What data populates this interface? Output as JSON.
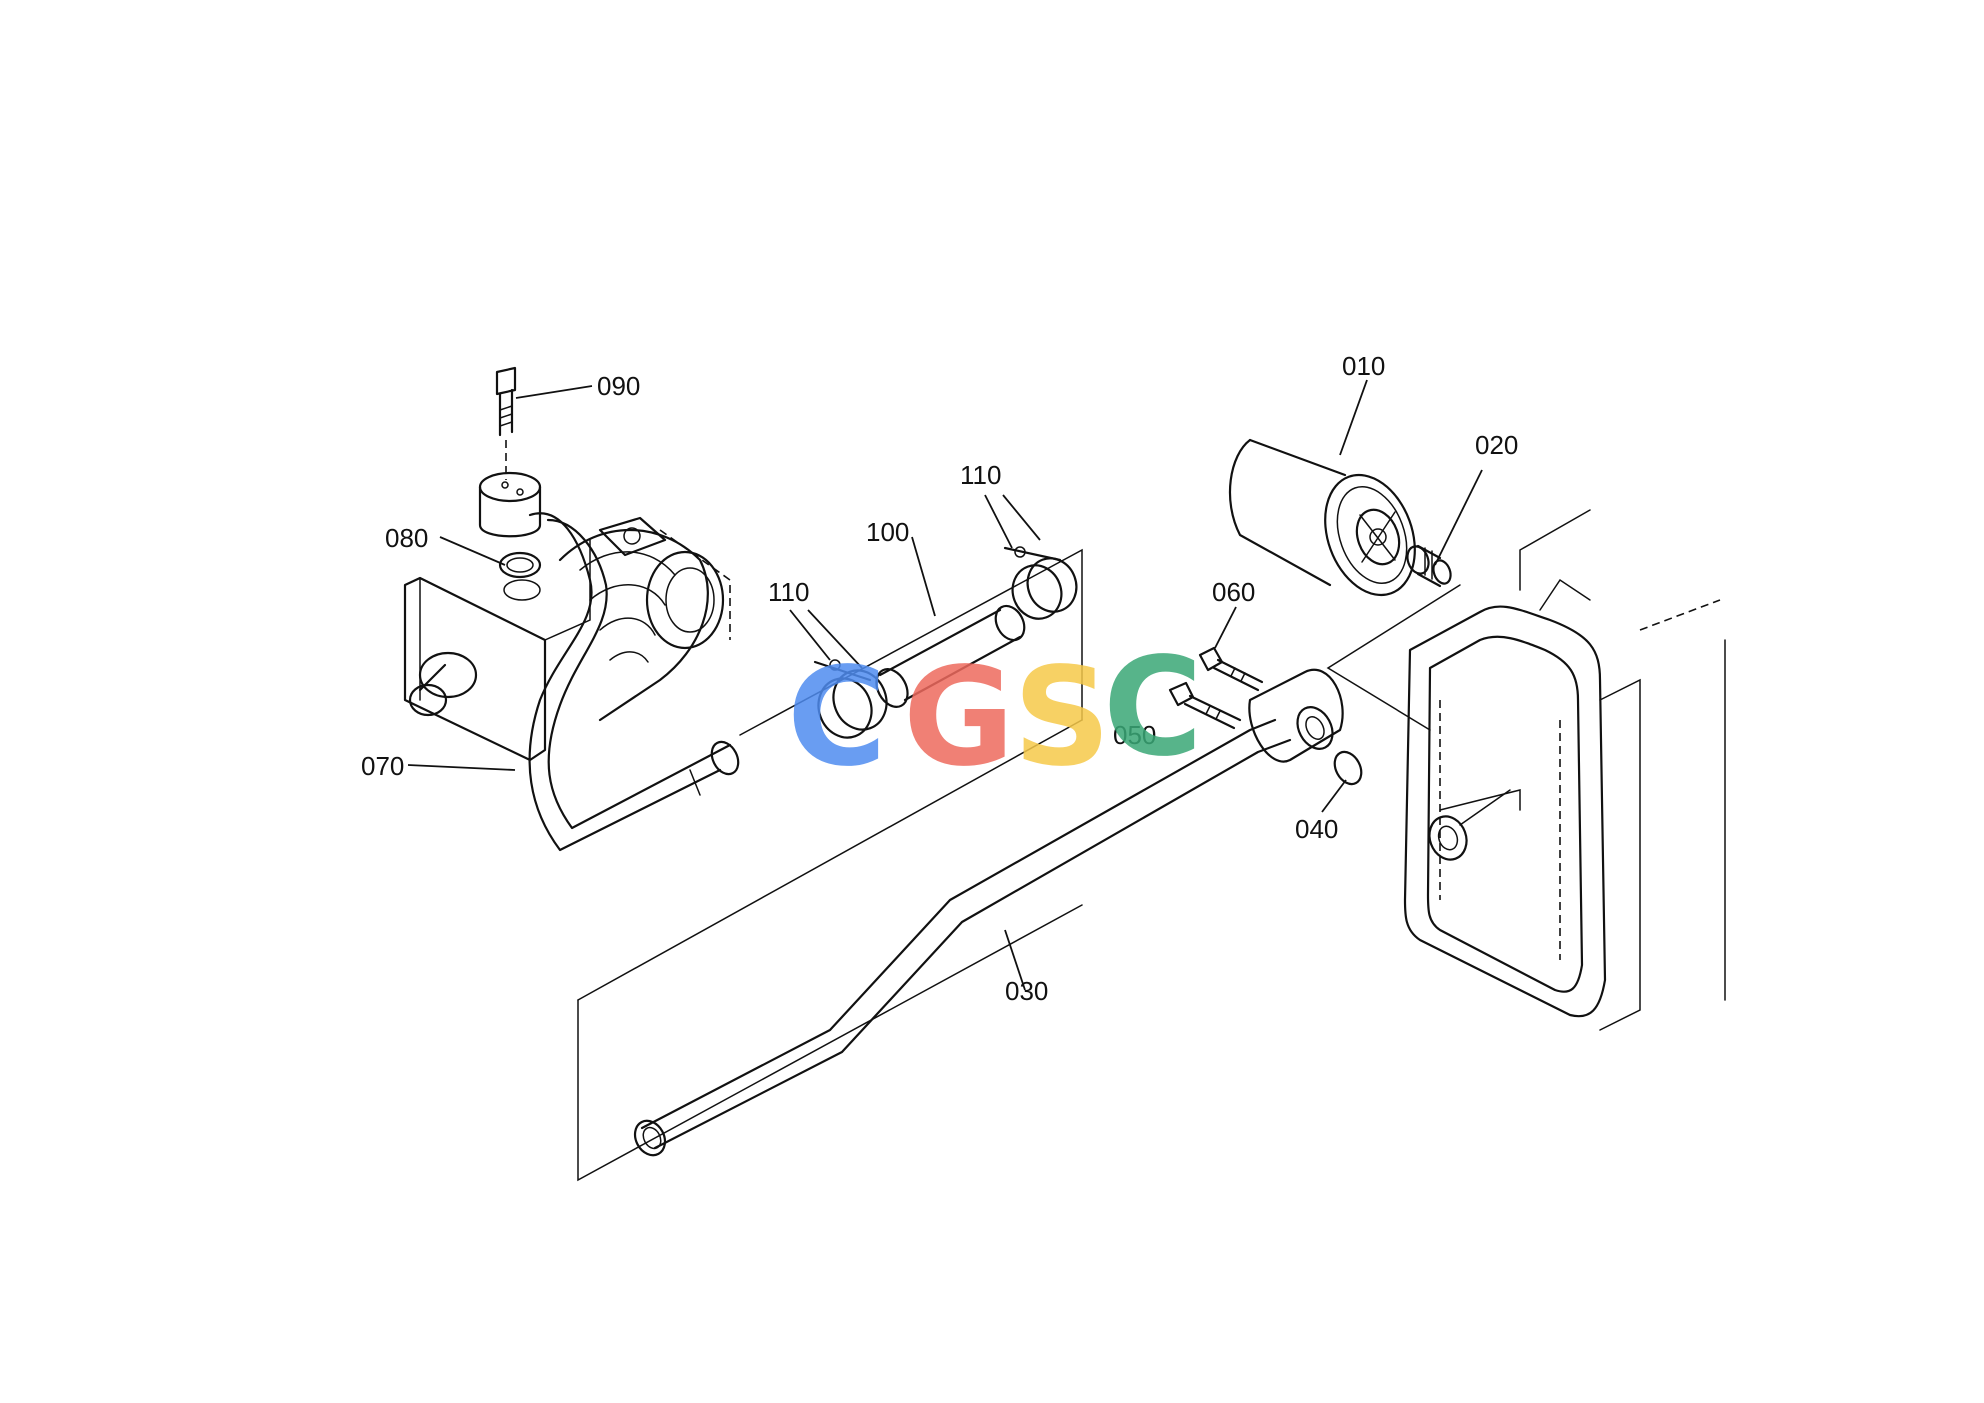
{
  "callouts": [
    {
      "id": "010",
      "text": "010"
    },
    {
      "id": "020",
      "text": "020"
    },
    {
      "id": "030",
      "text": "030"
    },
    {
      "id": "040",
      "text": "040"
    },
    {
      "id": "050",
      "text": "050"
    },
    {
      "id": "060",
      "text": "060"
    },
    {
      "id": "070",
      "text": "070"
    },
    {
      "id": "080",
      "text": "080"
    },
    {
      "id": "090",
      "text": "090"
    },
    {
      "id": "100",
      "text": "100"
    },
    {
      "id": "110a",
      "text": "110"
    },
    {
      "id": "110b",
      "text": "110"
    }
  ],
  "watermark": {
    "letters": [
      "C",
      "G",
      "S",
      "C"
    ],
    "colors": [
      "#4f8cf0",
      "#ee6a5e",
      "#f6c94a",
      "#3aa876"
    ]
  },
  "colors": {
    "line": "#111111",
    "background": "#ffffff"
  }
}
